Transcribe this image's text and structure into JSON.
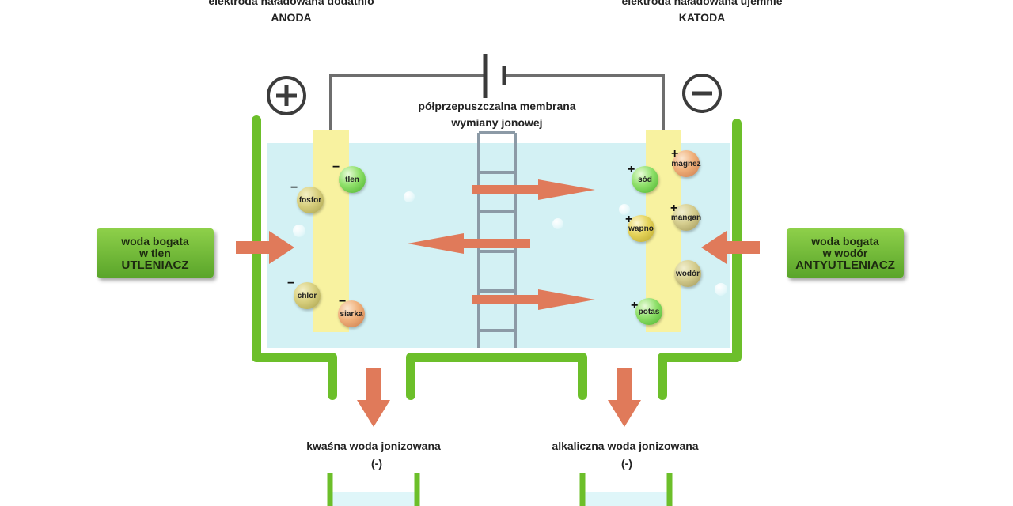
{
  "anode": {
    "description": "elektroda naładowana dodatnio",
    "name": "ANODA",
    "symbol": "+"
  },
  "cathode": {
    "description": "elektroda naładowana ujemnie",
    "name": "KATODA",
    "symbol": "−"
  },
  "membrane": {
    "line1": "półprzepuszczalna membrana",
    "line2": "wymiany jonowej"
  },
  "anode_ions": [
    {
      "label": "tlen",
      "charge": "−"
    },
    {
      "label": "fosfor",
      "charge": "−"
    },
    {
      "label": "chlor",
      "charge": "−"
    },
    {
      "label": "siarka",
      "charge": "−"
    }
  ],
  "cathode_ions": [
    {
      "label": "sód",
      "charge": "+"
    },
    {
      "label": "magnez",
      "charge": "+"
    },
    {
      "label": "wapno",
      "charge": "+"
    },
    {
      "label": "mangan",
      "charge": "+"
    },
    {
      "label": "wodór",
      "charge": ""
    },
    {
      "label": "potas",
      "charge": "+"
    }
  ],
  "left_box": {
    "line1": "woda bogata",
    "line2": "w tlen",
    "line3": "UTLENIACZ"
  },
  "right_box": {
    "line1": "woda bogata",
    "line2": "w wodór",
    "line3": "ANTYUTLENIACZ"
  },
  "outputs": {
    "acid": {
      "label": "kwaśna woda jonizowana",
      "sign": "(-)"
    },
    "alkaline": {
      "label": "alkaliczna woda jonizowana",
      "sign": "(-)"
    }
  },
  "colors": {
    "water": "#d3f1f4",
    "tank": "#6cbf2a",
    "electrode": "#f8f2a0",
    "arrow": "#e07a5a",
    "wire": "#6e6e6e"
  }
}
